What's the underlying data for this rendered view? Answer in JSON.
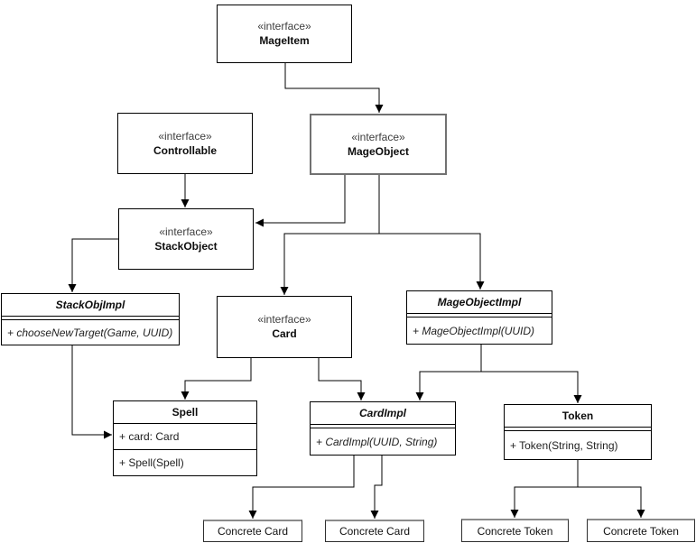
{
  "diagram": {
    "type": "uml-class-diagram",
    "colors": {
      "background": "#ffffff",
      "line": "#000000",
      "selected_border": "#717171",
      "leaf_top_border": "#8a8a8a"
    },
    "nodes": {
      "mageitem": {
        "stereotype": "«interface»",
        "name": "MageItem"
      },
      "controllable": {
        "stereotype": "«interface»",
        "name": "Controllable"
      },
      "mageobject": {
        "stereotype": "«interface»",
        "name": "MageObject"
      },
      "stackobject": {
        "stereotype": "«interface»",
        "name": "StackObject"
      },
      "card": {
        "stereotype": "«interface»",
        "name": "Card"
      },
      "stackobjimpl": {
        "name": "StackObjImpl",
        "abstract": true,
        "methods": [
          "+ chooseNewTarget(Game, UUID)"
        ]
      },
      "mageobjectimpl": {
        "name": "MageObjectImpl",
        "abstract": true,
        "methods": [
          "+ MageObjectImpl(UUID)"
        ]
      },
      "cardimpl": {
        "name": "CardImpl",
        "abstract": true,
        "methods": [
          "+ CardImpl(UUID, String)"
        ]
      },
      "spell": {
        "name": "Spell",
        "attributes": [
          "+ card: Card"
        ],
        "methods": [
          "+ Spell(Spell)"
        ]
      },
      "token": {
        "name": "Token",
        "methods": [
          "+ Token(String, String)"
        ]
      },
      "concrete_card_1": {
        "name": "Concrete Card"
      },
      "concrete_card_2": {
        "name": "Concrete Card"
      },
      "concrete_token_1": {
        "name": "Concrete Token"
      },
      "concrete_token_2": {
        "name": "Concrete Token"
      }
    },
    "edges": [
      {
        "from": "MageItem",
        "to": "MageObject"
      },
      {
        "from": "Controllable",
        "to": "StackObject"
      },
      {
        "from": "MageObject",
        "to": "StackObject"
      },
      {
        "from": "MageObject",
        "to": "Card"
      },
      {
        "from": "MageObject",
        "to": "MageObjectImpl"
      },
      {
        "from": "StackObject",
        "to": "StackObjImpl"
      },
      {
        "from": "StackObjImpl",
        "to": "Spell"
      },
      {
        "from": "Card",
        "to": "Spell"
      },
      {
        "from": "Card",
        "to": "CardImpl"
      },
      {
        "from": "MageObjectImpl",
        "to": "CardImpl"
      },
      {
        "from": "MageObjectImpl",
        "to": "Token"
      },
      {
        "from": "CardImpl",
        "to": "Concrete Card"
      },
      {
        "from": "CardImpl",
        "to": "Concrete Card"
      },
      {
        "from": "Token",
        "to": "Concrete Token"
      },
      {
        "from": "Token",
        "to": "Concrete Token"
      }
    ]
  }
}
